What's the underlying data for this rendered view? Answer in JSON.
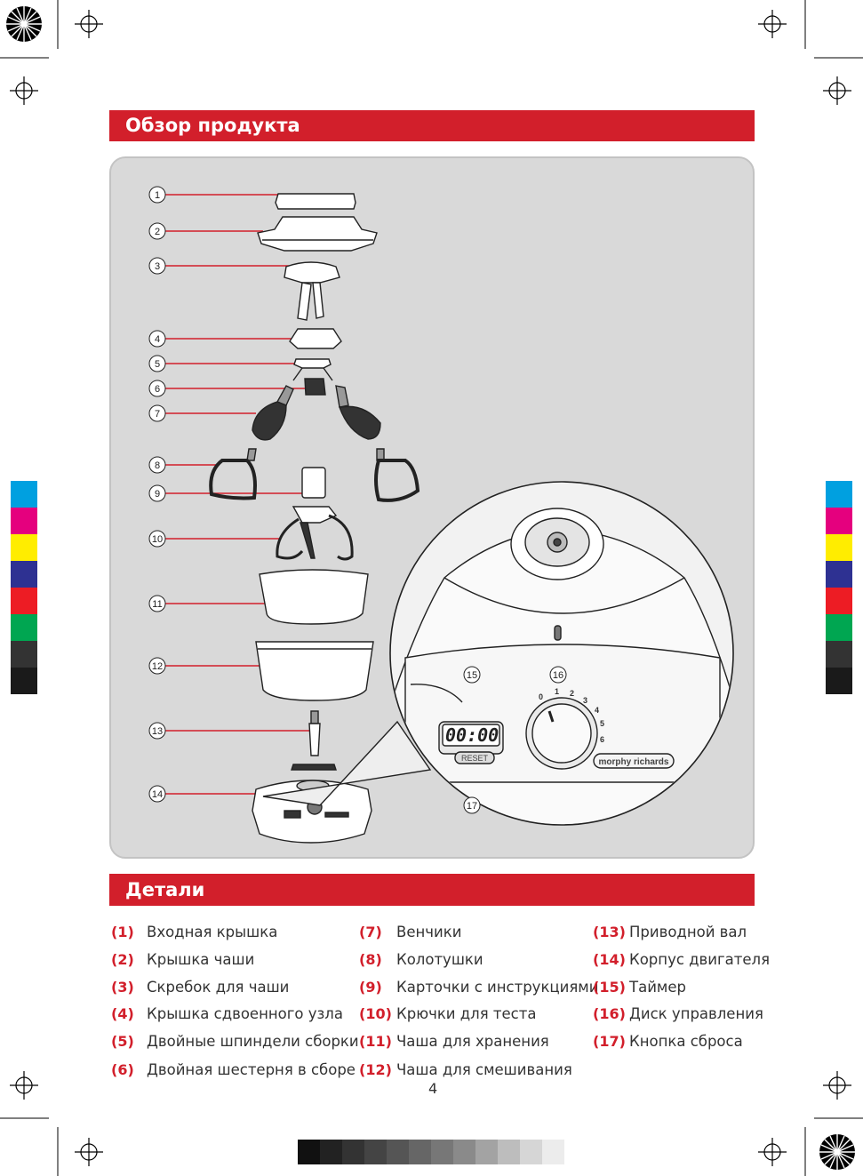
{
  "overview": {
    "title": "Обзор продукта"
  },
  "details": {
    "title": "Детали"
  },
  "callouts": [
    "1",
    "2",
    "3",
    "4",
    "5",
    "6",
    "7",
    "8",
    "9",
    "10",
    "11",
    "12",
    "13",
    "14",
    "15",
    "16",
    "17"
  ],
  "display": {
    "time": "00:00",
    "reset": "RESET",
    "brand": "morphy richards",
    "dial_ticks": [
      "0",
      "1",
      "2",
      "3",
      "4",
      "5",
      "6"
    ]
  },
  "parts": [
    {
      "num": "(1)",
      "label": "Входная крышка"
    },
    {
      "num": "(2)",
      "label": "Крышка чаши"
    },
    {
      "num": "(3)",
      "label": "Скребок для чаши"
    },
    {
      "num": "(4)",
      "label": "Крышка сдвоенного узла"
    },
    {
      "num": "(5)",
      "label": "Двойные шпиндели сборки"
    },
    {
      "num": "(6)",
      "label": "Двойная шестерня в сборе"
    },
    {
      "num": "(7)",
      "label": "Венчики"
    },
    {
      "num": "(8)",
      "label": "Колотушки"
    },
    {
      "num": "(9)",
      "label": "Карточки с инструкциями"
    },
    {
      "num": "(10)",
      "label": "Крючки для теста"
    },
    {
      "num": "(11)",
      "label": "Чаша для хранения"
    },
    {
      "num": "(12)",
      "label": "Чаша для смешивания"
    },
    {
      "num": "(13)",
      "label": "Приводной вал"
    },
    {
      "num": "(14)",
      "label": "Корпус двигателя"
    },
    {
      "num": "(15)",
      "label": "Таймер"
    },
    {
      "num": "(16)",
      "label": "Диск управления"
    },
    {
      "num": "(17)",
      "label": "Кнопка сброса"
    }
  ],
  "page_number": "4",
  "colors": {
    "accent": "#d21f2b",
    "panel": "#d9d9d9"
  },
  "color_bar": [
    "#00a0e0",
    "#e5007e",
    "#ffed00",
    "#2e3192",
    "#ed1c24",
    "#00a651",
    "#333333",
    "#1a1a1a"
  ],
  "gray_bar": [
    "#111111",
    "#222222",
    "#333333",
    "#444444",
    "#555555",
    "#666666",
    "#777777",
    "#8a8a8a",
    "#a3a3a3",
    "#bdbdbd",
    "#d6d6d6",
    "#ececec"
  ]
}
